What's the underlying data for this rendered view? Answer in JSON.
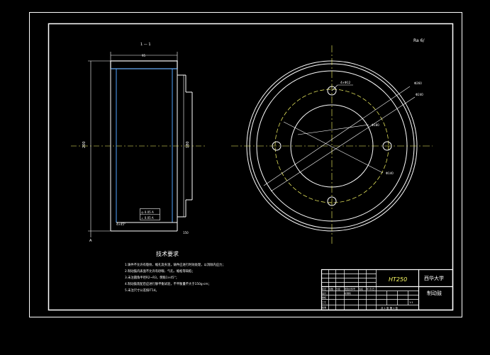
{
  "section_label": "1 — 1",
  "roughness_note": "Ra 6/",
  "dimensions": {
    "width_top": "95",
    "height_left": "200",
    "height_right": "180",
    "bottom_small": "150",
    "chamfer": "4×45°",
    "circle_labels": [
      "Φ260",
      "Φ240",
      "Φ180",
      "Φ140"
    ],
    "hole_label": "4×Φ12"
  },
  "tolerance_frame": {
    "row1": "◎ 0.05 A",
    "row2": "⊥ 0.05 A"
  },
  "datum_letter": "A",
  "notes": {
    "title": "技术要求",
    "items": [
      "1.铸件不允许有裂纹、缩孔及夹渣，铸件应进行时效处理，以消除内应力；",
      "2.制动鼓内表面不允许有砂眼、气孔、缩松等缺陷；",
      "3.未注圆角半径R2~R3，倒角1×45°；",
      "4.制动鼓装配后应进行静平衡试验，不平衡量不大于150g·cm；",
      "5.未注尺寸公差按IT14。"
    ]
  },
  "title_block": {
    "material": "HT250",
    "school": "西华大学",
    "part_name": "制动鼓",
    "scale": "1:1",
    "sheet": "共 1 张  第 1 张",
    "row_labels": [
      "标记",
      "处数",
      "分区",
      "更改文件号",
      "签名",
      "年.月.日"
    ],
    "design_label": "设计",
    "check_label": "审核",
    "process_label": "工艺",
    "standard_label": "标准化",
    "approve_label": "批准"
  }
}
